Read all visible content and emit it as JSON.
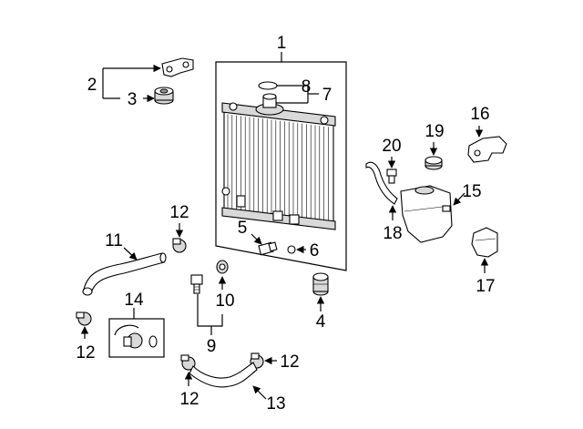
{
  "diagram": {
    "callouts": {
      "c1": "1",
      "c2": "2",
      "c3": "3",
      "c4": "4",
      "c5": "5",
      "c6": "6",
      "c7": "7",
      "c8": "8",
      "c9": "9",
      "c10": "10",
      "c11": "11",
      "c12a": "12",
      "c12b": "12",
      "c12c": "12",
      "c12d": "12",
      "c13": "13",
      "c14": "14",
      "c15": "15",
      "c16": "16",
      "c17": "17",
      "c18": "18",
      "c19": "19",
      "c20": "20"
    }
  }
}
